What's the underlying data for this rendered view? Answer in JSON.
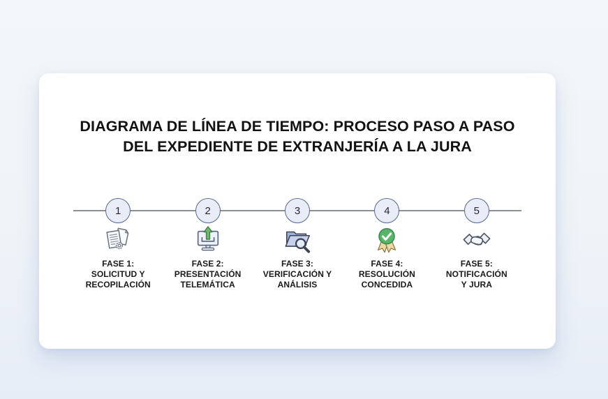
{
  "title": {
    "line1": "DIAGRAMA DE LÍNEA DE TIEMPO: PROCESO PASO A PASO",
    "line2": "DEL EXPEDIENTE DE EXTRANJERÍA A LA JURA"
  },
  "timeline": {
    "phases": [
      {
        "number": "1",
        "icon": "documents-seal-icon",
        "label_lines": [
          "FASE 1:",
          "SOLICITUD Y",
          "RECOPILACIÓN"
        ]
      },
      {
        "number": "2",
        "icon": "monitor-upload-icon",
        "label_lines": [
          "FASE 2:",
          "PRESENTACIÓN",
          "TELEMÁTICA"
        ]
      },
      {
        "number": "3",
        "icon": "folder-search-icon",
        "label_lines": [
          "FASE 3:",
          "VERIFICACIÓN Y",
          "ANÁLISIS"
        ]
      },
      {
        "number": "4",
        "icon": "award-check-icon",
        "label_lines": [
          "FASE 4:",
          "RESOLUCIÓN",
          "CONCEDIDA"
        ]
      },
      {
        "number": "5",
        "icon": "handshake-icon",
        "label_lines": [
          "FASE 5:",
          "NOTIFICACIÓN",
          "Y JURA"
        ]
      }
    ]
  },
  "colors": {
    "background_top": "#f2f7f9",
    "background_bottom": "#e7edf7",
    "card": "#ffffff",
    "timeline_line": "#8b9097",
    "circle_fill": "#e9edf8",
    "circle_border": "#57678f",
    "badge_green": "#57b468",
    "ribbon_tan": "#ecd9a4",
    "upload_arrow_green": "#72b96e",
    "folder_blue": "#c7d1ec",
    "text": "#191919"
  }
}
